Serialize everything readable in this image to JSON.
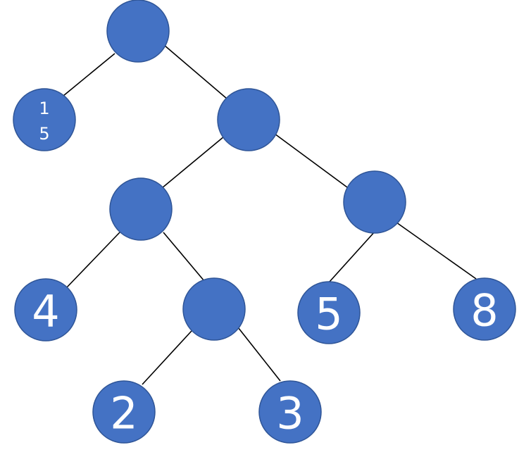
{
  "colors": {
    "node_fill": "#4472c4",
    "node_stroke": "#2f5597",
    "edge": "#000000",
    "text": "#ffffff"
  },
  "nodes": {
    "root": "",
    "leaf_15": "1 5",
    "n1": "",
    "n2": "",
    "n3": "",
    "n4": "",
    "leaf_4": "4",
    "leaf_5": "5",
    "leaf_8": "8",
    "leaf_2": "2",
    "leaf_3": "3"
  }
}
